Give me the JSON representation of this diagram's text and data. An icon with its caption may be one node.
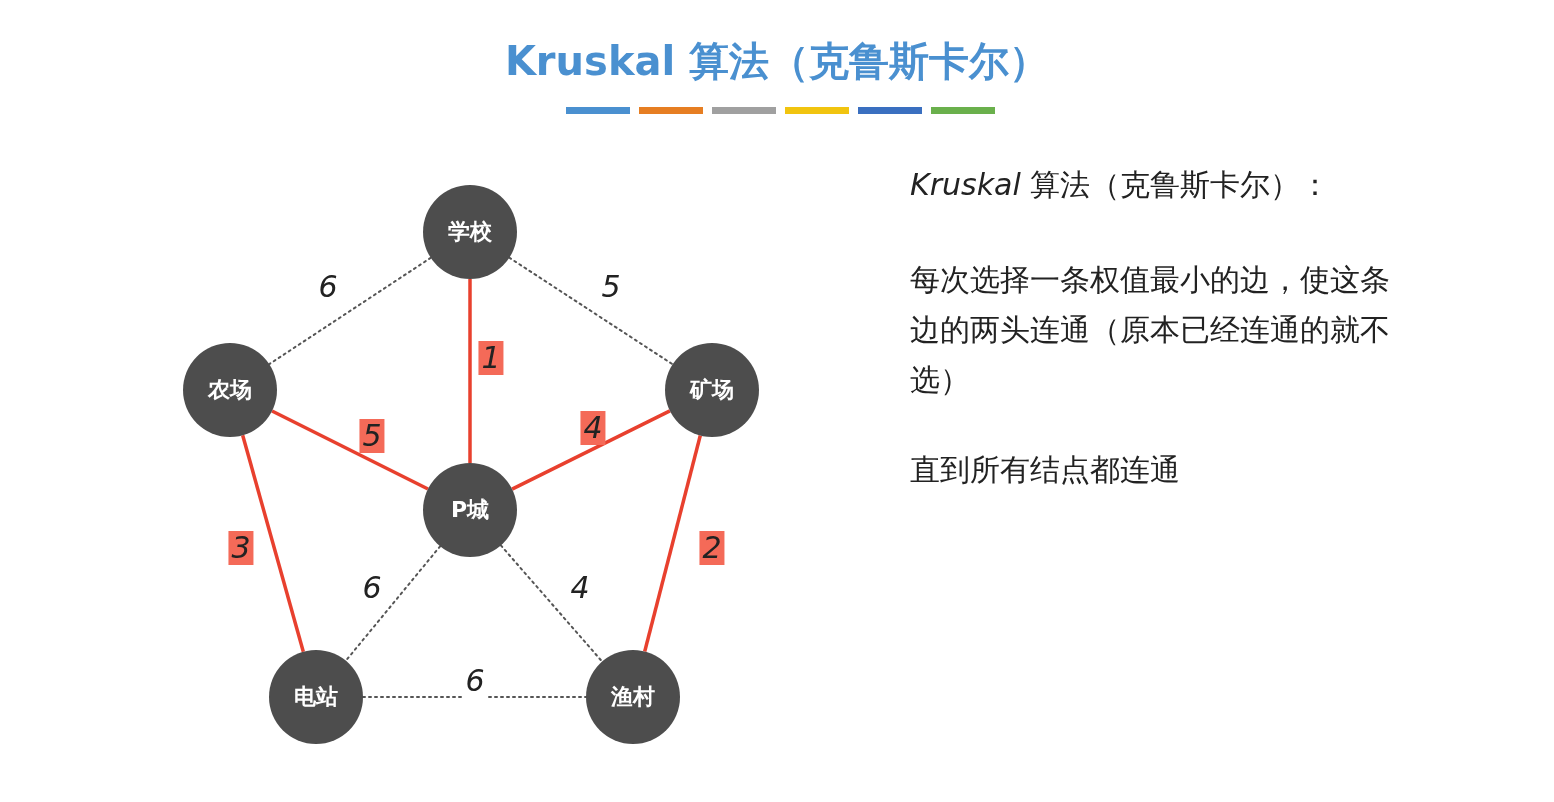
{
  "diagram": {
    "title": "Kruskal 算法（克鲁斯卡尔）",
    "nodes": [
      {
        "text": [
          "学校"
        ]
      },
      {
        "text": [
          "农场"
        ]
      },
      {
        "text": [
          "矿场"
        ]
      },
      {
        "text": [
          "P城"
        ]
      },
      {
        "text": [
          "电站"
        ]
      },
      {
        "text": [
          "渔村"
        ]
      }
    ],
    "edges": [
      {
        "from": 0,
        "to": 1,
        "arrow": "none",
        "label": "6",
        "style": "dashed"
      },
      {
        "from": 0,
        "to": 2,
        "arrow": "none",
        "label": "5",
        "style": "dashed"
      },
      {
        "from": 0,
        "to": 3,
        "arrow": "none",
        "label": "1",
        "color": "#e8402e"
      },
      {
        "from": 1,
        "to": 3,
        "arrow": "none",
        "label": "5",
        "color": "#e8402e"
      },
      {
        "from": 2,
        "to": 3,
        "arrow": "none",
        "label": "4",
        "color": "#e8402e"
      },
      {
        "from": 1,
        "to": 4,
        "arrow": "none",
        "label": "3",
        "color": "#e8402e"
      },
      {
        "from": 2,
        "to": 5,
        "arrow": "none",
        "label": "2",
        "color": "#e8402e"
      },
      {
        "from": 3,
        "to": 4,
        "arrow": "none",
        "label": "6",
        "style": "dashed"
      },
      {
        "from": 3,
        "to": 5,
        "arrow": "none",
        "label": "4",
        "style": "dashed"
      },
      {
        "from": 4,
        "to": 5,
        "arrow": "none",
        "label": "6",
        "style": "dashed"
      }
    ],
    "labels": [
      "*Kruskal* 算法（克鲁斯卡尔）：",
      "每次选择一条权值最小的边，使这条边的两头连通（原本已经连通的就不选）",
      "直到所有结点都连通"
    ]
  }
}
